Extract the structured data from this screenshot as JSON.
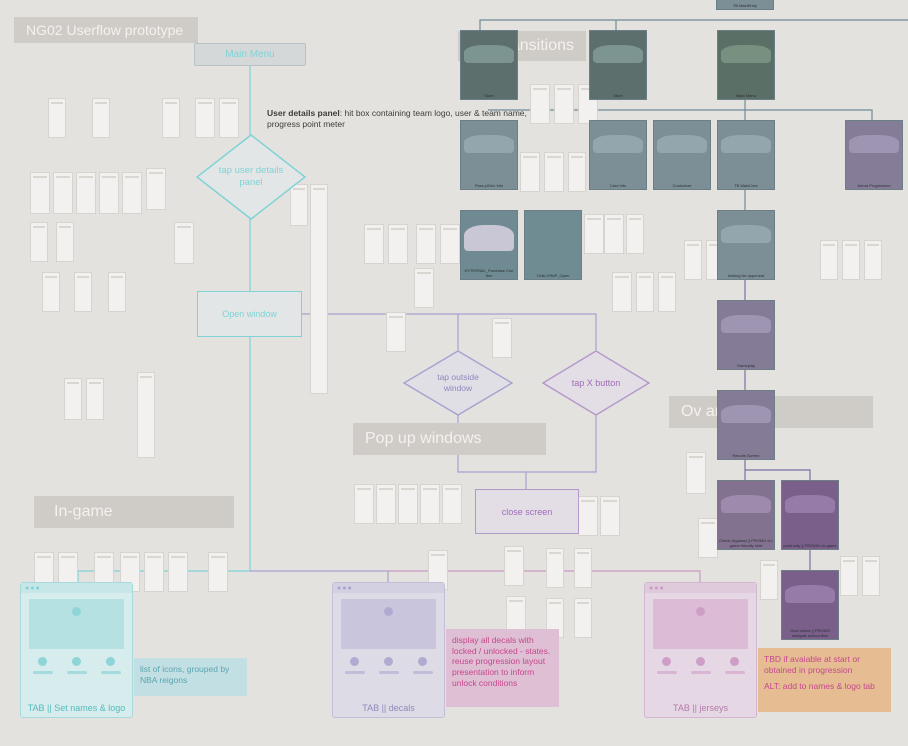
{
  "board_title": "NG02 Userflow prototype",
  "sections": {
    "transitions_top": "ansitions",
    "overlay_transitions": "Ov ansitions",
    "popup_windows": "Pop up windows",
    "in_game": "In-game"
  },
  "nodes": {
    "main_menu": "Main Menu",
    "tap_user_details_panel": "tap user details panel",
    "open_window": "Open window",
    "tap_outside_window": "tap outside window",
    "tap_x_button": "tap X button",
    "close_screen": "close screen"
  },
  "annotation": {
    "bold": "User details panel",
    "rest": ": hit box containing team logo, user & team name, progress point meter"
  },
  "tabs": {
    "set_names_logo": "TAB || Set names & logo",
    "decals": "TAB || decals",
    "jerseys": "TAB || jerseys"
  },
  "notes": {
    "icons_grouped": "list of icons, grouped by NBA reigons",
    "decals_note": "display all decals with locked / unlocked - states. reuse progression layout presentation to inform unlock conditions",
    "jerseys_note_1": "TBD if avaiable at start or obtained in progression",
    "jerseys_note_2": "ALT: add to names & logo tab"
  },
  "screens": [
    {
      "label": "TB MainEntry"
    },
    {
      "label": "Store"
    },
    {
      "label": "Store"
    },
    {
      "label": "Main Menu"
    },
    {
      "label": "Pass.ylGen Info"
    },
    {
      "label": "Card Info"
    },
    {
      "label": "Customize"
    },
    {
      "label": "TB MainCore"
    },
    {
      "label": "Arena Progression"
    },
    {
      "label": "EXTERNAL_Purchase Con firm"
    },
    {
      "label": "Cellu.VINIP_Open"
    },
    {
      "label": "looking for opponent"
    },
    {
      "label": "Gameplay"
    },
    {
      "label": "Results Screen"
    },
    {
      "label": "Check (bypass) || PROMO ch-game friendly shirt"
    },
    {
      "label": "point tally || PROMO ch-game"
    },
    {
      "label": "Goal rollout || PROMO navigate win/confirm"
    }
  ],
  "colors": {
    "teal": "#7fd3d6",
    "lavender": "#b9b0d3",
    "pink": "#d8a6cf",
    "orange": "#e6b98a"
  }
}
